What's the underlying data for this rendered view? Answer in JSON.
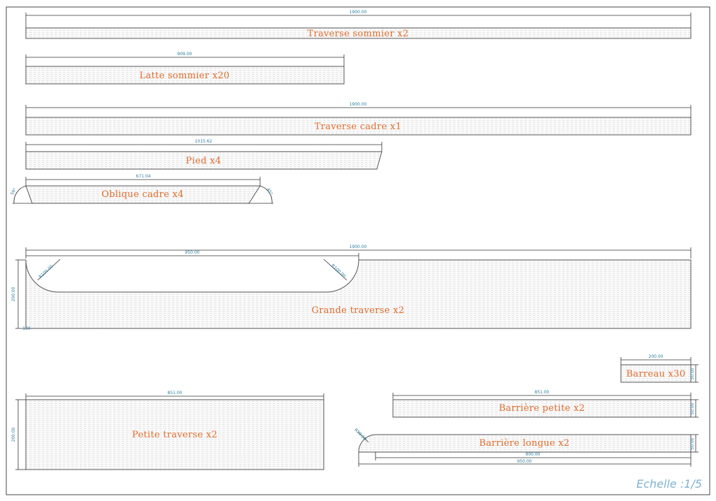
{
  "scale_label": "Echelle :1/5",
  "parts": {
    "traverse_sommier": {
      "label": "Traverse sommier x2",
      "length": "1900.00"
    },
    "latte_sommier": {
      "label": "Latte sommier x20",
      "length": "909.00"
    },
    "traverse_cadre": {
      "label": "Traverse cadre x1",
      "length": "1900.00"
    },
    "pied": {
      "label": "Pied x4",
      "length": "1015.62"
    },
    "oblique_cadre": {
      "label": "Oblique cadre x4",
      "length": "671.04",
      "angle_left": "59°",
      "angle_right": "45°"
    },
    "grande_traverse": {
      "label": "Grande traverse x2",
      "length": "1900.00",
      "cut_length": "950.00",
      "height": "200.00",
      "radius_left": "R100.00",
      "radius_right": "R100.00",
      "small": "100"
    },
    "barreau": {
      "label": "Barreau x30",
      "length": "200.00",
      "height": "50.00"
    },
    "petite_traverse": {
      "label": "Petite traverse x2",
      "length": "851.00",
      "height": "200.00"
    },
    "barriere_petite": {
      "label": "Barrière petite x2",
      "length": "851.00",
      "height": "50.00"
    },
    "barriere_longue": {
      "label": "Barrière longue x2",
      "length_a": "900.00",
      "length_b": "950.00",
      "height": "50.00",
      "radius": "R50.00"
    }
  }
}
